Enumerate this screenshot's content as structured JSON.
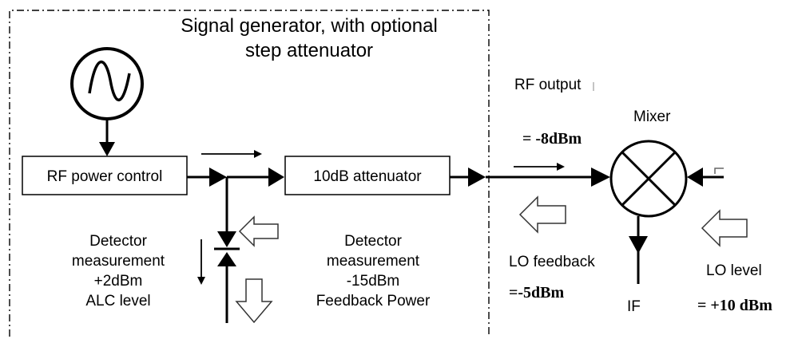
{
  "diagram": {
    "title_line1": "Signal generator, with optional",
    "title_line2": "step attenuator",
    "rf_power_control": "RF power control",
    "attenuator": "10dB attenuator",
    "detector1": [
      "Detector",
      "measurement",
      "+2dBm",
      "ALC level"
    ],
    "detector2": [
      "Detector",
      "measurement",
      "-15dBm",
      "Feedback Power"
    ],
    "rf_output": "RF output",
    "rf_level": "= -8dBm",
    "mixer": "Mixer",
    "lo_feedback": "LO feedback",
    "lo_feedback_level": "=-5dBm",
    "if_label": "IF",
    "lo_level": "LO level",
    "lo_level_value": "= +10 dBm"
  }
}
